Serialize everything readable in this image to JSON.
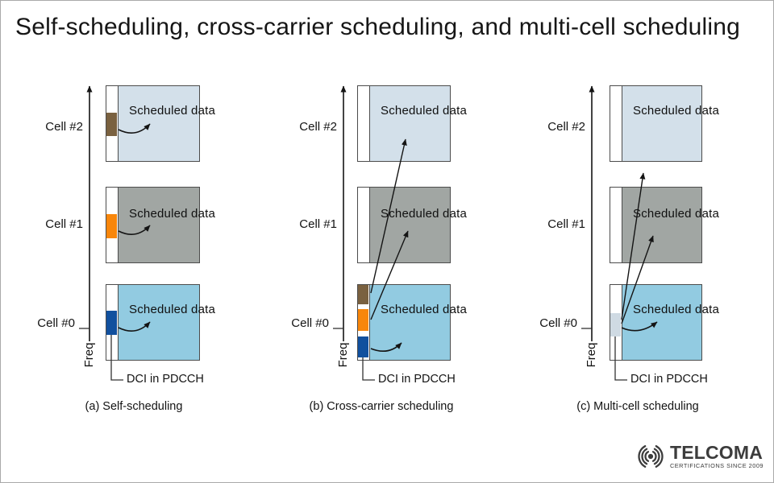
{
  "title": "Self-scheduling, cross-carrier scheduling, and multi-cell scheduling",
  "labels": {
    "scheduled_data": "Scheduled data",
    "dci": "DCI in PDCCH",
    "freq": "Freq"
  },
  "panels": [
    {
      "caption": "(a) Self-scheduling",
      "cells": [
        {
          "label": "Cell #2"
        },
        {
          "label": "Cell #1"
        },
        {
          "label": "Cell #0"
        }
      ]
    },
    {
      "caption": "(b) Cross-carrier scheduling",
      "cells": [
        {
          "label": "Cell #2"
        },
        {
          "label": "Cell #1"
        },
        {
          "label": "Cell #0"
        }
      ]
    },
    {
      "caption": "(c) Multi-cell scheduling",
      "cells": [
        {
          "label": "Cell #2"
        },
        {
          "label": "Cell #1"
        },
        {
          "label": "Cell #0"
        }
      ]
    }
  ],
  "colors": {
    "cell2_fill": "#d3e0ea",
    "cell1_fill": "#a1a6a3",
    "cell0_fill": "#92cbe1",
    "dci_brown": "#7a6140",
    "dci_orange": "#f8860b",
    "dci_blue": "#11509e",
    "dci_multicell": "#cfdae3",
    "outline": "#4c4c4c",
    "arrow": "#141414",
    "logo": "#3c3c3c"
  },
  "logo": {
    "name": "TELCOMA",
    "tagline": "CERTIFICATIONS SINCE 2009"
  }
}
